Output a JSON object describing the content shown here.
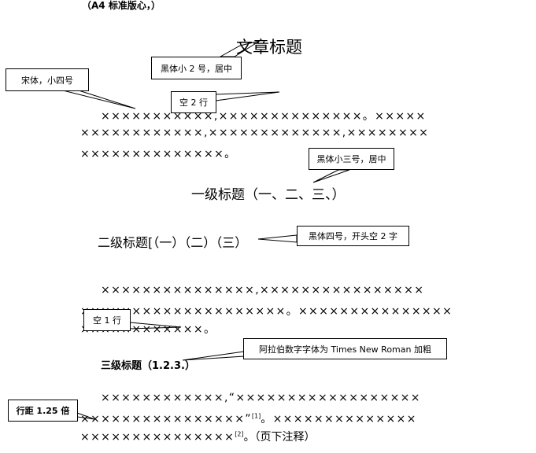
{
  "header_note": "（A4 标准版心，）",
  "title": "文章标题",
  "para1": {
    "line1": "×××××××××××,××××××××××××××。×××××",
    "line2": "××××××××××××,×××××××××××××,××××××××",
    "line3": "××××××××××××××。"
  },
  "heading1": "一级标题（一、二、三、）",
  "heading2": "二级标题[（一）（二）（三）",
  "para2": {
    "line1": "×××××××××××××××,××××××××××××××××",
    "line2": "××××××××××××××××××××。×××××××××××××××",
    "line3": "××××××××××××。"
  },
  "heading3": "三级标题（1.2.3.）",
  "para3": {
    "line1": "××××××××××××,“××××××××××××××××××",
    "line2_a": "××××××××××××××××”",
    "line2_note": "[1]",
    "line2_b": "。××××××××××××××",
    "line3_a": "×××××××××××××××",
    "line3_note": "[2]",
    "line3_b": "。（页下注释）"
  },
  "callouts": {
    "title_font": "黑体小 2 号，居中",
    "body_font": "宋体，小四号",
    "blank2": "空 2 行",
    "h1_font": "黑体小三号，居中",
    "h2_font": "黑体四号，开头空 2 字",
    "blank1": "空 1 行",
    "numeral_font": "阿拉伯数字字体为 Times  New Roman 加粗",
    "line_spacing": "行距 1.25 倍"
  }
}
